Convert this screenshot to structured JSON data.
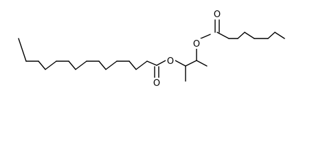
{
  "molecule": {
    "atoms": {
      "ester_oxygen_1": "O",
      "carbonyl_oxygen_1": "O",
      "ester_oxygen_2": "O",
      "carbonyl_oxygen_2": "O"
    }
  },
  "colors": {
    "bond": "#000000",
    "label": "#000000",
    "background": "#ffffff"
  }
}
